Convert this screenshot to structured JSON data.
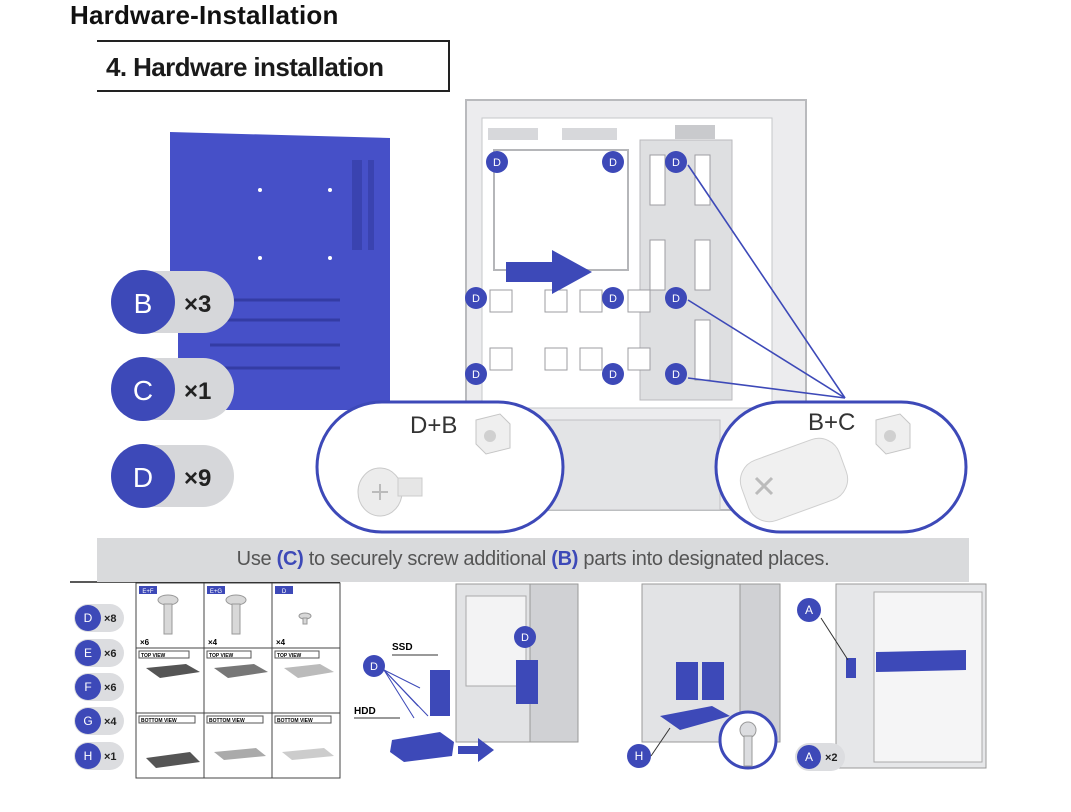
{
  "header": {
    "page_title": "Hardware-Installation"
  },
  "section": {
    "title": "4. Hardware installation"
  },
  "parts_legend": [
    {
      "letter": "B",
      "count": "×3"
    },
    {
      "letter": "C",
      "count": "×1"
    },
    {
      "letter": "D",
      "count": "×9"
    }
  ],
  "standoff_marker": "D",
  "callouts": {
    "left_label": "D+B",
    "right_label": "B+C"
  },
  "instruction": {
    "prefix": "Use ",
    "part_c": "(C)",
    "middle": " to securely screw additional ",
    "part_b": "(B)",
    "suffix": " parts into designated places."
  },
  "screw_legend": [
    {
      "letter": "D",
      "count": "×8"
    },
    {
      "letter": "E",
      "count": "×6"
    },
    {
      "letter": "F",
      "count": "×6"
    },
    {
      "letter": "G",
      "count": "×4"
    },
    {
      "letter": "H",
      "count": "×1"
    }
  ],
  "screw_table": {
    "headers": [
      "E+F",
      "E+G",
      "D"
    ],
    "counts": [
      "×6",
      "×4",
      "×4"
    ],
    "top_view": "TOP VIEW",
    "bottom_view": "BOTTOM VIEW"
  },
  "drives": {
    "ssd": "SSD",
    "hdd": "HDD",
    "marker": "D"
  },
  "bottom_markers": {
    "h": "H",
    "a": "A",
    "a_count": "×2"
  },
  "colors": {
    "accent": "#3d49b8",
    "panel": "#e6e7e9",
    "banner": "#d9dadc"
  }
}
